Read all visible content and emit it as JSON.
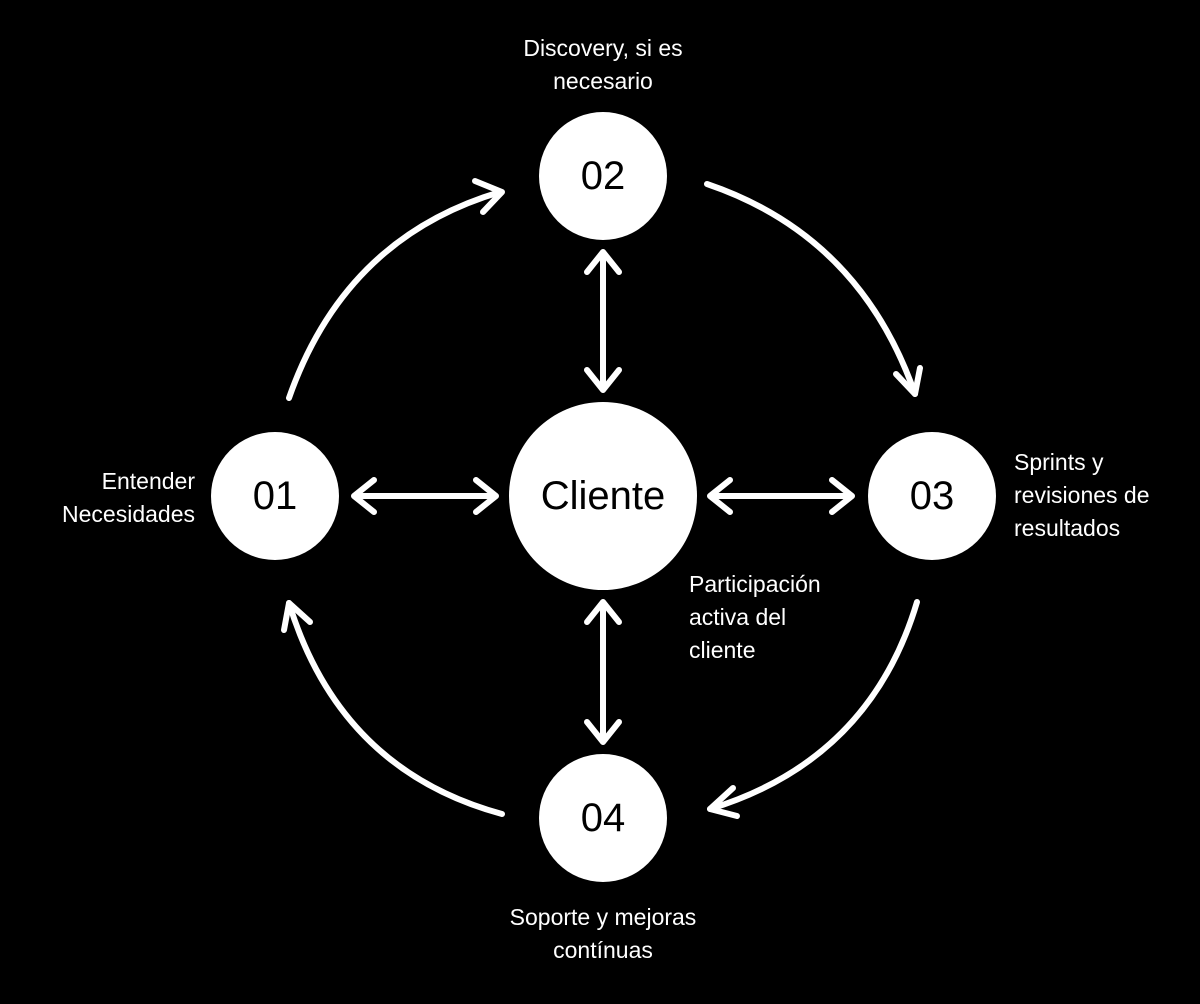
{
  "colors": {
    "background": "#000000",
    "foreground": "#ffffff",
    "node_text": "#000000"
  },
  "center": {
    "label": "Cliente"
  },
  "nodes": [
    {
      "number": "01",
      "caption": [
        "Entender",
        "Necesidades"
      ]
    },
    {
      "number": "02",
      "caption": [
        "Discovery, si es",
        "necesario"
      ]
    },
    {
      "number": "03",
      "caption": [
        "Sprints y",
        "revisiones de",
        "resultados"
      ]
    },
    {
      "number": "04",
      "caption": [
        "Soporte y mejoras",
        "contínuas"
      ]
    }
  ],
  "center_caption": [
    "Participación",
    "activa del",
    "cliente"
  ],
  "arrows": [
    {
      "from": "01",
      "to": "02",
      "kind": "cycle"
    },
    {
      "from": "02",
      "to": "03",
      "kind": "cycle"
    },
    {
      "from": "03",
      "to": "04",
      "kind": "cycle"
    },
    {
      "from": "04",
      "to": "01",
      "kind": "cycle"
    },
    {
      "from": "Cliente",
      "to": "01",
      "kind": "bidirectional"
    },
    {
      "from": "Cliente",
      "to": "02",
      "kind": "bidirectional"
    },
    {
      "from": "Cliente",
      "to": "03",
      "kind": "bidirectional"
    },
    {
      "from": "Cliente",
      "to": "04",
      "kind": "bidirectional"
    }
  ]
}
